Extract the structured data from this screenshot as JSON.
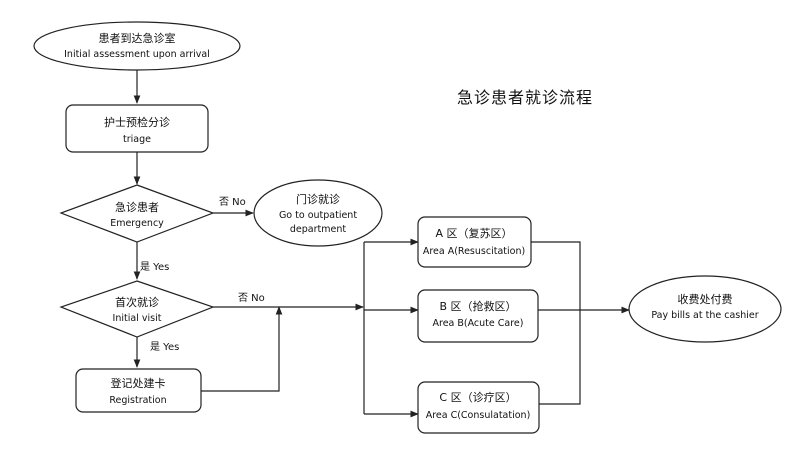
{
  "title": "急诊患者就诊流程",
  "nodes": {
    "arrival": {
      "zh": "患者到达急诊室",
      "en": "Initial assessment upon arrival"
    },
    "triage": {
      "zh": "护士预检分诊",
      "en": "triage"
    },
    "emergency": {
      "zh": "急诊患者",
      "en": "Emergency"
    },
    "outpatient": {
      "zh": "门诊就诊",
      "en1": "Go to outpatient",
      "en2": "department"
    },
    "initial_visit": {
      "zh": "首次就诊",
      "en": "Initial visit"
    },
    "registration": {
      "zh": "登记处建卡",
      "en": "Registration"
    },
    "area_a": {
      "zh": "A 区（复苏区）",
      "en": "Area A(Resuscitation)"
    },
    "area_b": {
      "zh": "B 区（抢救区）",
      "en": "Area B(Acute Care)"
    },
    "area_c": {
      "zh": "C 区（诊疗区）",
      "en": "Area C(Consulatation)"
    },
    "cashier": {
      "zh": "收费处付费",
      "en": "Pay bills at the cashier"
    }
  },
  "edge_labels": {
    "emergency_no": "否 No",
    "emergency_yes": "是 Yes",
    "visit_no": "否 No",
    "visit_yes": "是 Yes"
  }
}
